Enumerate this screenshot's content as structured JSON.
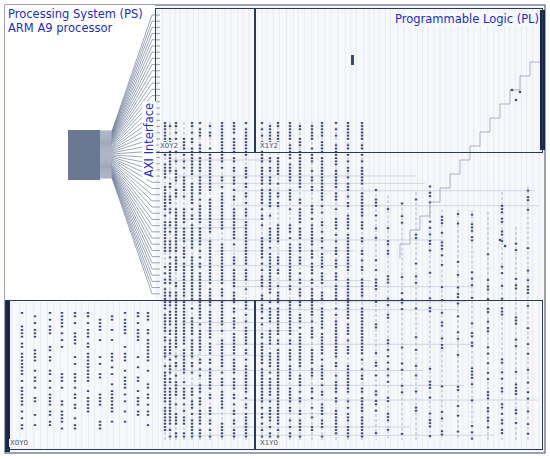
{
  "diagram": {
    "nodes": [
      {
        "text": [
          "Processing System (PS)",
          "ARM A9 processor"
        ]
      },
      {
        "text": [
          "Programmable Logic (PL)"
        ]
      },
      {
        "text": [
          "X0Y2"
        ],
        "in": 1
      },
      {
        "text": [
          "X1Y2"
        ],
        "in": 1
      },
      {
        "text": [
          "X0Y0"
        ],
        "in": 1
      },
      {
        "text": [
          "X1Y0"
        ],
        "in": 1
      }
    ],
    "labels": [
      "AXI Interface"
    ]
  }
}
